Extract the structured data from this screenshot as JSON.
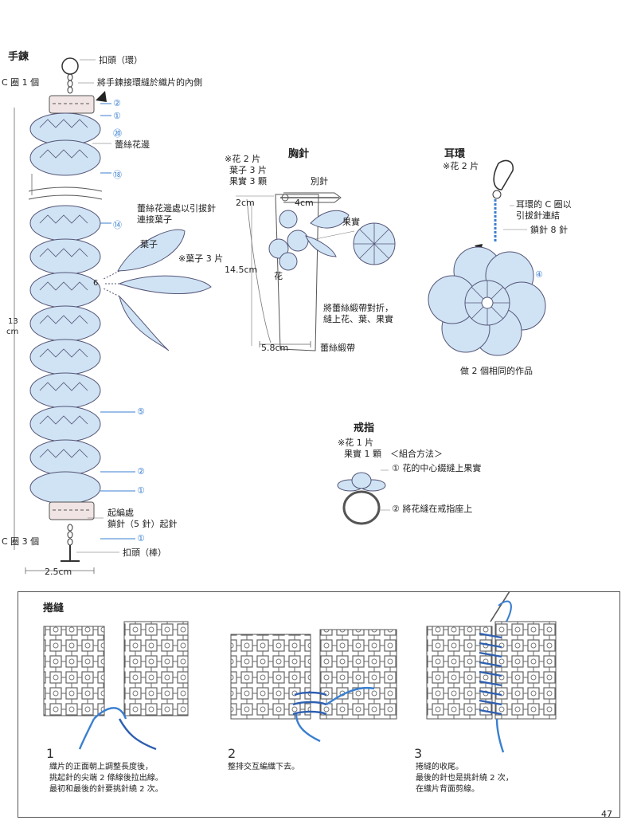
{
  "bracelet": {
    "title": "手鍊",
    "clasp_ring": "扣頭（環）",
    "c_ring_1": "C 圈 1 個",
    "sew_note": "將手鍊接環縫於織片的內側",
    "lace_edge": "蕾絲花邊",
    "leaf_note_1": "蕾絲花邊處以引拔針",
    "leaf_note_2": "連接葉子",
    "leaf_label": "葉子",
    "leaf_count": "※葉子 3 片",
    "six": "6",
    "length_13": "13",
    "length_cm": "cm",
    "start_1": "起編處",
    "start_2": "鎖針（5 針）起針",
    "c_ring_3": "C 圈 3 個",
    "clasp_bar": "扣頭（棒）",
    "width": "2.5cm",
    "row_2a": "②",
    "row_1a": "①",
    "row_20": "⑳",
    "row_18": "⑱",
    "row_14": "⑭",
    "row_5": "⑤",
    "row_2b": "②",
    "row_1b": "①",
    "row_1c": "①"
  },
  "brooch": {
    "title": "胸針",
    "note_1": "※花 2 片",
    "note_2": "葉子 3 片",
    "note_3": "果實 3 顆",
    "pin": "別針",
    "w2": "2cm",
    "w4": "4cm",
    "fruit": "果實",
    "h": "14.5cm",
    "flower": "花",
    "fold_1": "將蕾絲緞帶對折，",
    "fold_2": "縫上花、葉、果實",
    "w58": "5.8cm",
    "ribbon": "蕾絲緞帶"
  },
  "earring": {
    "title": "耳環",
    "note": "※花 2 片",
    "cring_1": "耳環的 C 圈以",
    "cring_2": "引拔針連結",
    "chain": "鎖針 8 針",
    "row4": "④",
    "same": "做 2 個相同的作品"
  },
  "ring": {
    "title": "戒指",
    "note_1": "※花 1 片",
    "note_2": "果實 1 顆",
    "method": "＜組合方法＞",
    "step_1": "① 花的中心綴縫上果實",
    "step_2": "② 將花縫在戒指座上"
  },
  "whip": {
    "title": "捲縫",
    "n1": "1",
    "s1_1": "織片的正面朝上調整長度後，",
    "s1_2": "挑起針的尖端 2 條線後拉出線。",
    "s1_3": "最初和最後的針要挑針繞 2 次。",
    "n2": "2",
    "s2_1": "整排交互編織下去。",
    "n3": "3",
    "s3_1": "捲縫的收尾。",
    "s3_2": "最後的針也是挑針繞 2 次，",
    "s3_3": "在織片背面剪線。"
  },
  "page_number": "47",
  "colors": {
    "fill": "#cfe3f4",
    "accent": "#3a7fd0",
    "line": "#555555"
  }
}
